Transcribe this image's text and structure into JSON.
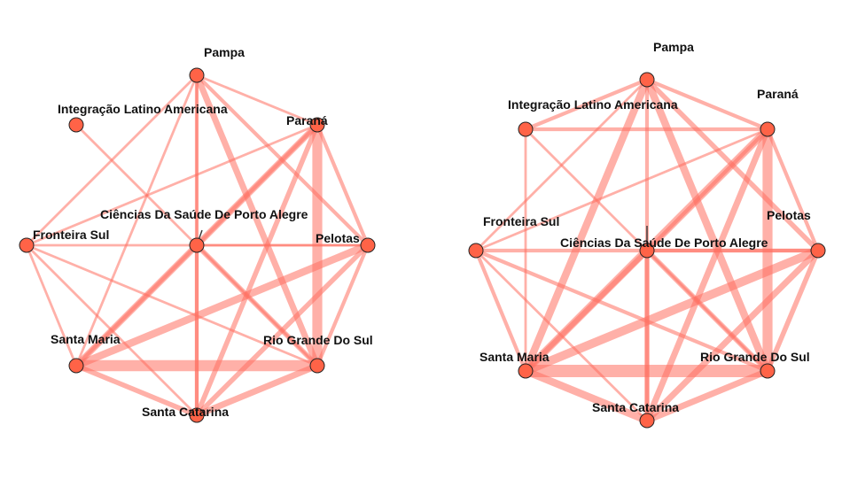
{
  "colors": {
    "edge": "#ff6f61",
    "node": "#ff6347",
    "node_border": "#222222",
    "label": "#111111"
  },
  "graphs": [
    {
      "nodes": {
        "pampa": "Pampa",
        "integracao": "Integração Latino Americana",
        "parana": "Paraná",
        "fronteira": "Fronteira Sul",
        "ciencias": "Ciências Da Saúde De Porto Alegre",
        "pelotas": "Pelotas",
        "santamaria": "Santa Maria",
        "riogrande": "Rio Grande Do Sul",
        "santacatarina": "Santa Catarina"
      },
      "edges": [
        {
          "from": "pampa",
          "to": "santamaria",
          "weight": 2
        },
        {
          "from": "pampa",
          "to": "riogrande",
          "weight": 5
        },
        {
          "from": "pampa",
          "to": "santacatarina",
          "weight": 3
        },
        {
          "from": "pampa",
          "to": "parana",
          "weight": 2
        },
        {
          "from": "pampa",
          "to": "pelotas",
          "weight": 3
        },
        {
          "from": "pampa",
          "to": "fronteira",
          "weight": 2
        },
        {
          "from": "pampa",
          "to": "ciencias",
          "weight": 2
        },
        {
          "from": "integracao",
          "to": "riogrande",
          "weight": 2
        },
        {
          "from": "parana",
          "to": "santamaria",
          "weight": 5
        },
        {
          "from": "parana",
          "to": "riogrande",
          "weight": 8
        },
        {
          "from": "parana",
          "to": "santacatarina",
          "weight": 4
        },
        {
          "from": "parana",
          "to": "fronteira",
          "weight": 2
        },
        {
          "from": "parana",
          "to": "pelotas",
          "weight": 3
        },
        {
          "from": "parana",
          "to": "ciencias",
          "weight": 3
        },
        {
          "from": "fronteira",
          "to": "santamaria",
          "weight": 2
        },
        {
          "from": "fronteira",
          "to": "riogrande",
          "weight": 2
        },
        {
          "from": "fronteira",
          "to": "pelotas",
          "weight": 2
        },
        {
          "from": "fronteira",
          "to": "santacatarina",
          "weight": 2
        },
        {
          "from": "ciencias",
          "to": "santamaria",
          "weight": 3
        },
        {
          "from": "ciencias",
          "to": "riogrande",
          "weight": 4
        },
        {
          "from": "ciencias",
          "to": "santacatarina",
          "weight": 3
        },
        {
          "from": "ciencias",
          "to": "pelotas",
          "weight": 2
        },
        {
          "from": "pelotas",
          "to": "santamaria",
          "weight": 6
        },
        {
          "from": "pelotas",
          "to": "riogrande",
          "weight": 3
        },
        {
          "from": "pelotas",
          "to": "santacatarina",
          "weight": 4
        },
        {
          "from": "santamaria",
          "to": "riogrande",
          "weight": 9
        },
        {
          "from": "santamaria",
          "to": "santacatarina",
          "weight": 4
        },
        {
          "from": "riogrande",
          "to": "santacatarina",
          "weight": 5
        }
      ]
    },
    {
      "nodes": {
        "pampa": "Pampa",
        "integracao": "Integração Latino Americana",
        "parana": "Paraná",
        "fronteira": "Fronteira Sul",
        "pelotas": "Pelotas",
        "ciencias": "Ciências Da Saúde De Porto Alegre",
        "santamaria": "Santa Maria",
        "riogrande": "Rio Grande Do Sul",
        "santacatarina": "Santa Catarina"
      },
      "edges": [
        {
          "from": "pampa",
          "to": "integracao",
          "weight": 3
        },
        {
          "from": "pampa",
          "to": "parana",
          "weight": 3
        },
        {
          "from": "pampa",
          "to": "santamaria",
          "weight": 6
        },
        {
          "from": "pampa",
          "to": "riogrande",
          "weight": 6
        },
        {
          "from": "pampa",
          "to": "santacatarina",
          "weight": 3
        },
        {
          "from": "pampa",
          "to": "pelotas",
          "weight": 4
        },
        {
          "from": "pampa",
          "to": "fronteira",
          "weight": 2
        },
        {
          "from": "integracao",
          "to": "parana",
          "weight": 3
        },
        {
          "from": "integracao",
          "to": "santamaria",
          "weight": 2
        },
        {
          "from": "integracao",
          "to": "riogrande",
          "weight": 2
        },
        {
          "from": "parana",
          "to": "santamaria",
          "weight": 6
        },
        {
          "from": "parana",
          "to": "riogrande",
          "weight": 8
        },
        {
          "from": "parana",
          "to": "santacatarina",
          "weight": 5
        },
        {
          "from": "parana",
          "to": "pelotas",
          "weight": 3
        },
        {
          "from": "parana",
          "to": "fronteira",
          "weight": 2
        },
        {
          "from": "parana",
          "to": "ciencias",
          "weight": 3
        },
        {
          "from": "fronteira",
          "to": "pelotas",
          "weight": 3
        },
        {
          "from": "fronteira",
          "to": "santamaria",
          "weight": 3
        },
        {
          "from": "fronteira",
          "to": "riogrande",
          "weight": 3
        },
        {
          "from": "fronteira",
          "to": "santacatarina",
          "weight": 2
        },
        {
          "from": "ciencias",
          "to": "santamaria",
          "weight": 4
        },
        {
          "from": "ciencias",
          "to": "riogrande",
          "weight": 4
        },
        {
          "from": "ciencias",
          "to": "santacatarina",
          "weight": 4
        },
        {
          "from": "ciencias",
          "to": "pelotas",
          "weight": 3
        },
        {
          "from": "pelotas",
          "to": "santamaria",
          "weight": 7
        },
        {
          "from": "pelotas",
          "to": "riogrande",
          "weight": 4
        },
        {
          "from": "pelotas",
          "to": "santacatarina",
          "weight": 5
        },
        {
          "from": "santamaria",
          "to": "riogrande",
          "weight": 10
        },
        {
          "from": "santamaria",
          "to": "santacatarina",
          "weight": 6
        },
        {
          "from": "riogrande",
          "to": "santacatarina",
          "weight": 5
        }
      ]
    }
  ]
}
